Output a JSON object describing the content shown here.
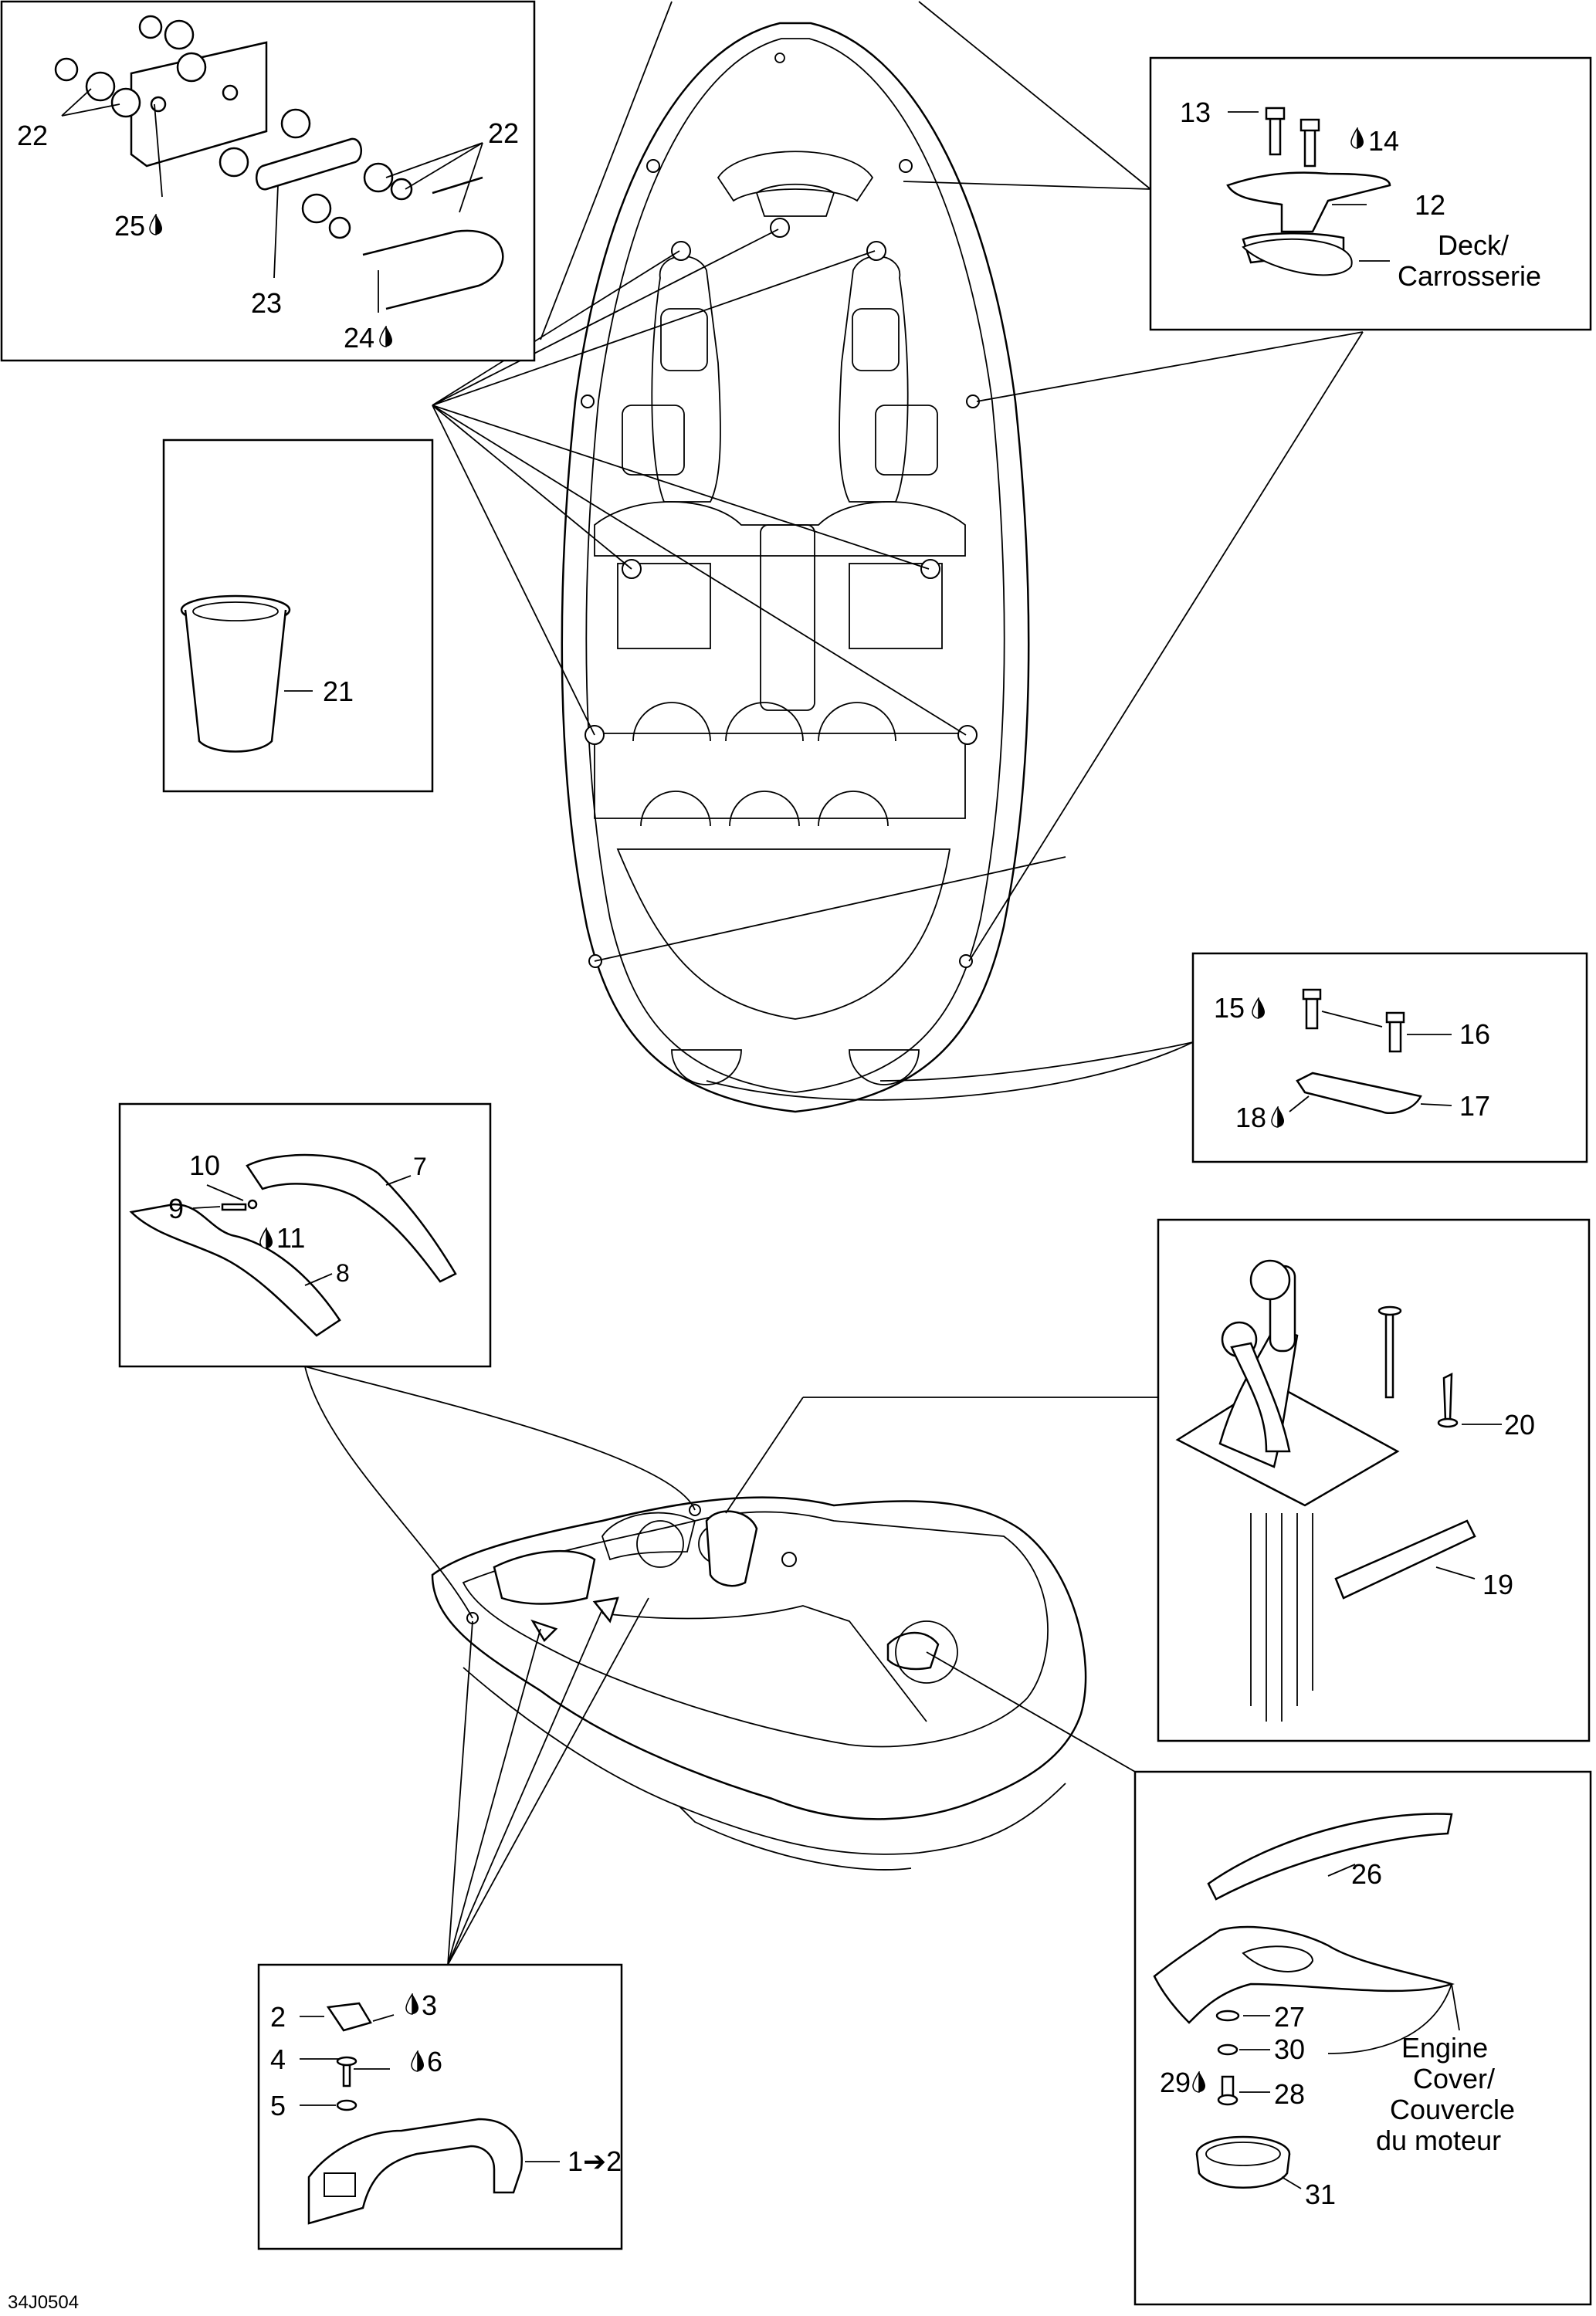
{
  "figure_code": "34J0504",
  "callouts": {
    "c1": "1➔2",
    "c2": "2",
    "c3": "3",
    "c4": "4",
    "c5": "5",
    "c6": "6",
    "c7": "7",
    "c8": "8",
    "c9": "9",
    "c10": "10",
    "c11": "11",
    "c12": "12",
    "c13": "13",
    "c14": "14",
    "c15": "15",
    "c16": "16",
    "c17": "17",
    "c18": "18",
    "c19": "19",
    "c20": "20",
    "c21": "21",
    "c22a": "22",
    "c22b": "22",
    "c23": "23",
    "c24": "24",
    "c25": "25",
    "c26": "26",
    "c27": "27",
    "c28": "28",
    "c29": "29",
    "c30": "30",
    "c31": "31"
  },
  "labels": {
    "deck_line1": "Deck/",
    "deck_line2": "Carrosserie",
    "engine_line1": "Engine",
    "engine_line2": "Cover/",
    "engine_line3": "Couvercle",
    "engine_line4": "du moteur"
  },
  "icons": {
    "sealant": "sealant-drop-icon",
    "arrow": "arrow-right-icon"
  }
}
